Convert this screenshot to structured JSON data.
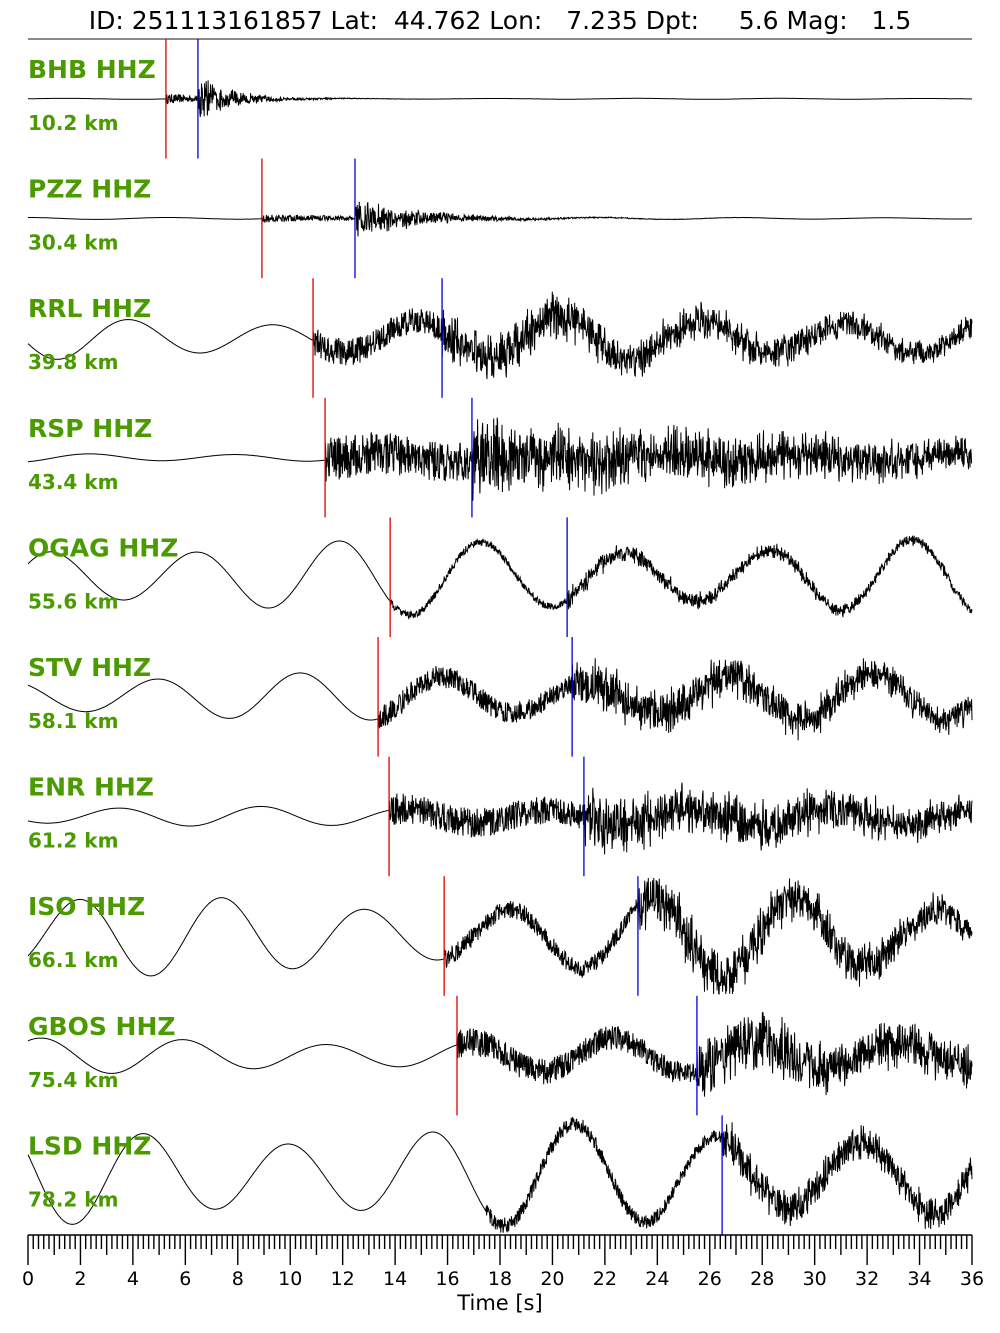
{
  "chart_data": {
    "type": "line",
    "title": "ID: 251113161857 Lat:  44.762 Lon:   7.235 Dpt:     5.6 Mag:   1.5",
    "xlabel": "Time [s]",
    "xlim": [
      0,
      36
    ],
    "x_ticks": [
      "0",
      "2",
      "4",
      "6",
      "8",
      "10",
      "12",
      "14",
      "16",
      "18",
      "20",
      "22",
      "24",
      "26",
      "28",
      "30",
      "32",
      "34",
      "36"
    ],
    "minor_tick_step": 0.2,
    "colors": {
      "label": "#4a9a00",
      "p_pick": "#e00000",
      "s_pick": "#0000e0",
      "trace": "#000000"
    },
    "traces": [
      {
        "station": "BHB HHZ",
        "distance": "10.2 km",
        "p_pick": 5.26,
        "s_pick": 6.48
      },
      {
        "station": "PZZ HHZ",
        "distance": "30.4 km",
        "p_pick": 8.92,
        "s_pick": 12.47
      },
      {
        "station": "RRL HHZ",
        "distance": "39.8 km",
        "p_pick": 10.87,
        "s_pick": 15.79
      },
      {
        "station": "RSP HHZ",
        "distance": "43.4 km",
        "p_pick": 11.33,
        "s_pick": 16.93
      },
      {
        "station": "OGAG HHZ",
        "distance": "55.6 km",
        "p_pick": 13.81,
        "s_pick": 20.56
      },
      {
        "station": "STV HHZ",
        "distance": "58.1 km",
        "p_pick": 13.35,
        "s_pick": 20.75
      },
      {
        "station": "ENR HHZ",
        "distance": "61.2 km",
        "p_pick": 13.77,
        "s_pick": 21.2
      },
      {
        "station": "ISO HHZ",
        "distance": "66.1 km",
        "p_pick": 15.87,
        "s_pick": 23.26
      },
      {
        "station": "GBOS HHZ",
        "distance": "75.4 km",
        "p_pick": 16.36,
        "s_pick": 25.51
      },
      {
        "station": "LSD HHZ",
        "distance": "78.2 km",
        "p_pick": null,
        "s_pick": 26.47
      }
    ]
  }
}
